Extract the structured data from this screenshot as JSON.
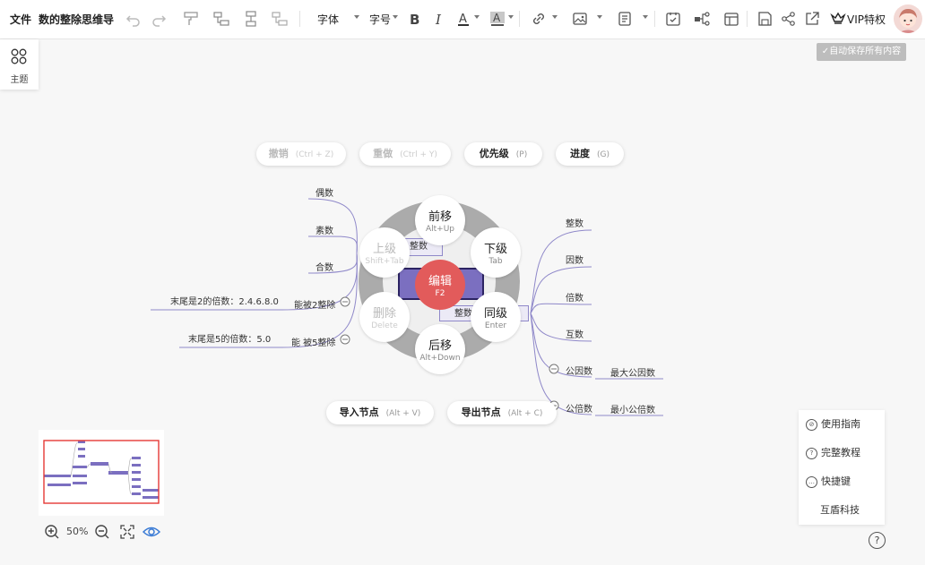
{
  "toolbar": {
    "file_menu": "文件",
    "doc_title": "数的整除思维导",
    "font_label": "字体",
    "size_label": "字号",
    "vip_label": "VIP特权"
  },
  "theme": {
    "label": "主题"
  },
  "autosave": {
    "label": "自动保存所有内容"
  },
  "hints": {
    "undo": {
      "label": "撤销",
      "key": "(Ctrl + Z)"
    },
    "redo": {
      "label": "重做",
      "key": "(Ctrl + Y)"
    },
    "priority": {
      "label": "优先级",
      "key": "(P)"
    },
    "progress": {
      "label": "进度",
      "key": "(G)"
    },
    "import": {
      "label": "导入节点",
      "key": "(Alt + V)"
    },
    "export": {
      "label": "导出节点",
      "key": "(Alt + C)"
    }
  },
  "mindmap": {
    "left_nodes": [
      "偶数",
      "素数",
      "合数",
      "能被2整除",
      "能 被5整除"
    ],
    "left_leaves": [
      "末尾是2的倍数：2.4.6.8.0",
      "末尾是5的倍数：5.0"
    ],
    "right_nodes": [
      "整数",
      "因数",
      "倍数",
      "互数",
      "公因数",
      "公倍数"
    ],
    "right_leaves": [
      "最大公因数",
      "最小公倍数"
    ],
    "left_partial": "整数",
    "right_partial": "整数"
  },
  "context_menu": {
    "forward": {
      "label": "前移",
      "key": "Alt+Up"
    },
    "child": {
      "label": "下级",
      "key": "Tab"
    },
    "sibling": {
      "label": "同级",
      "key": "Enter"
    },
    "backward": {
      "label": "后移",
      "key": "Alt+Down"
    },
    "delete": {
      "label": "删除",
      "key": "Delete"
    },
    "parent": {
      "label": "上级",
      "key": "Shift+Tab"
    },
    "edit": {
      "label": "编辑",
      "key": "F2"
    }
  },
  "zoom": {
    "level": "50%"
  },
  "help": {
    "items": [
      "使用指南",
      "完整教程",
      "快捷键",
      "互盾科技"
    ]
  },
  "colors": {
    "accent": "#7b6fc0",
    "edit": "#e25b5b",
    "minimap_border": "#e53935"
  }
}
